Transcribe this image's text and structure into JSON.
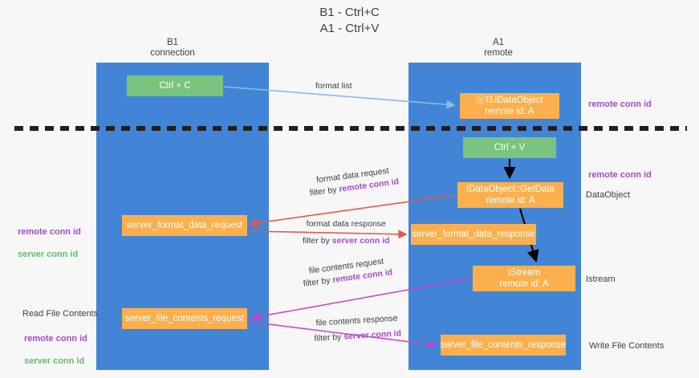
{
  "title": "B1 - Ctrl+C\nA1 - Ctrl+V",
  "columns": {
    "left": "B1\nconnection",
    "right": "A1\nremote"
  },
  "nodes": {
    "ctrl_c": "Ctrl + C",
    "idataobject": "㋡⒔IDataObject\nremote id: A",
    "ctrl_v": "Ctrl + V",
    "getdata": "IDataObject::GetData\nremote id: A",
    "server_format_data_request": "server_format_data_request",
    "server_format_data_response": "server_format_data_response",
    "istream": "IStream\nremote id: A",
    "server_file_contents_request": "server_file_contents_request",
    "server_file_contents_response": "server_file_contents_response"
  },
  "edges": {
    "format_list": "format list",
    "format_data_request": {
      "line1": "format data request",
      "line2_prefix": "filter by ",
      "line2_key": "remote conn id"
    },
    "format_data_response": {
      "line1": "format data response",
      "line2_prefix": "filter by ",
      "line2_key": "server conn id"
    },
    "file_contents_request": {
      "line1": "file contents request",
      "line2_prefix": "filter by ",
      "line2_key": "remote conn id"
    },
    "file_contents_response": {
      "line1": "file contents response",
      "line2_prefix": "filter by ",
      "line2_key": "server conn id"
    }
  },
  "margin_labels": {
    "right_remote_conn_id_top": "remote conn id",
    "right_remote_conn_id_mid": "remote conn id",
    "right_dataobject": "DataObject",
    "right_istream": "Istream",
    "right_write_file_contents": "Write File Contents",
    "left_remote_conn_id_1": "remote conn id",
    "left_server_conn_id_1": "server conn id",
    "left_read_file_contents": "Read File Contents",
    "left_remote_conn_id_2": "remote conn id",
    "left_server_conn_id_2": "server conn id"
  },
  "colors": {
    "lane": "#4285d6",
    "node_green": "#7ac47f",
    "node_orange": "#fbb04d",
    "accent_purple": "#a64ac9",
    "accent_green": "#6aba6e",
    "arrow_red": "#e8564a",
    "arrow_magenta": "#c840c8",
    "arrow_blue": "#8ab9e8",
    "arrow_black": "#000000",
    "separator": "#231f20",
    "background": "#f7f7f7"
  }
}
